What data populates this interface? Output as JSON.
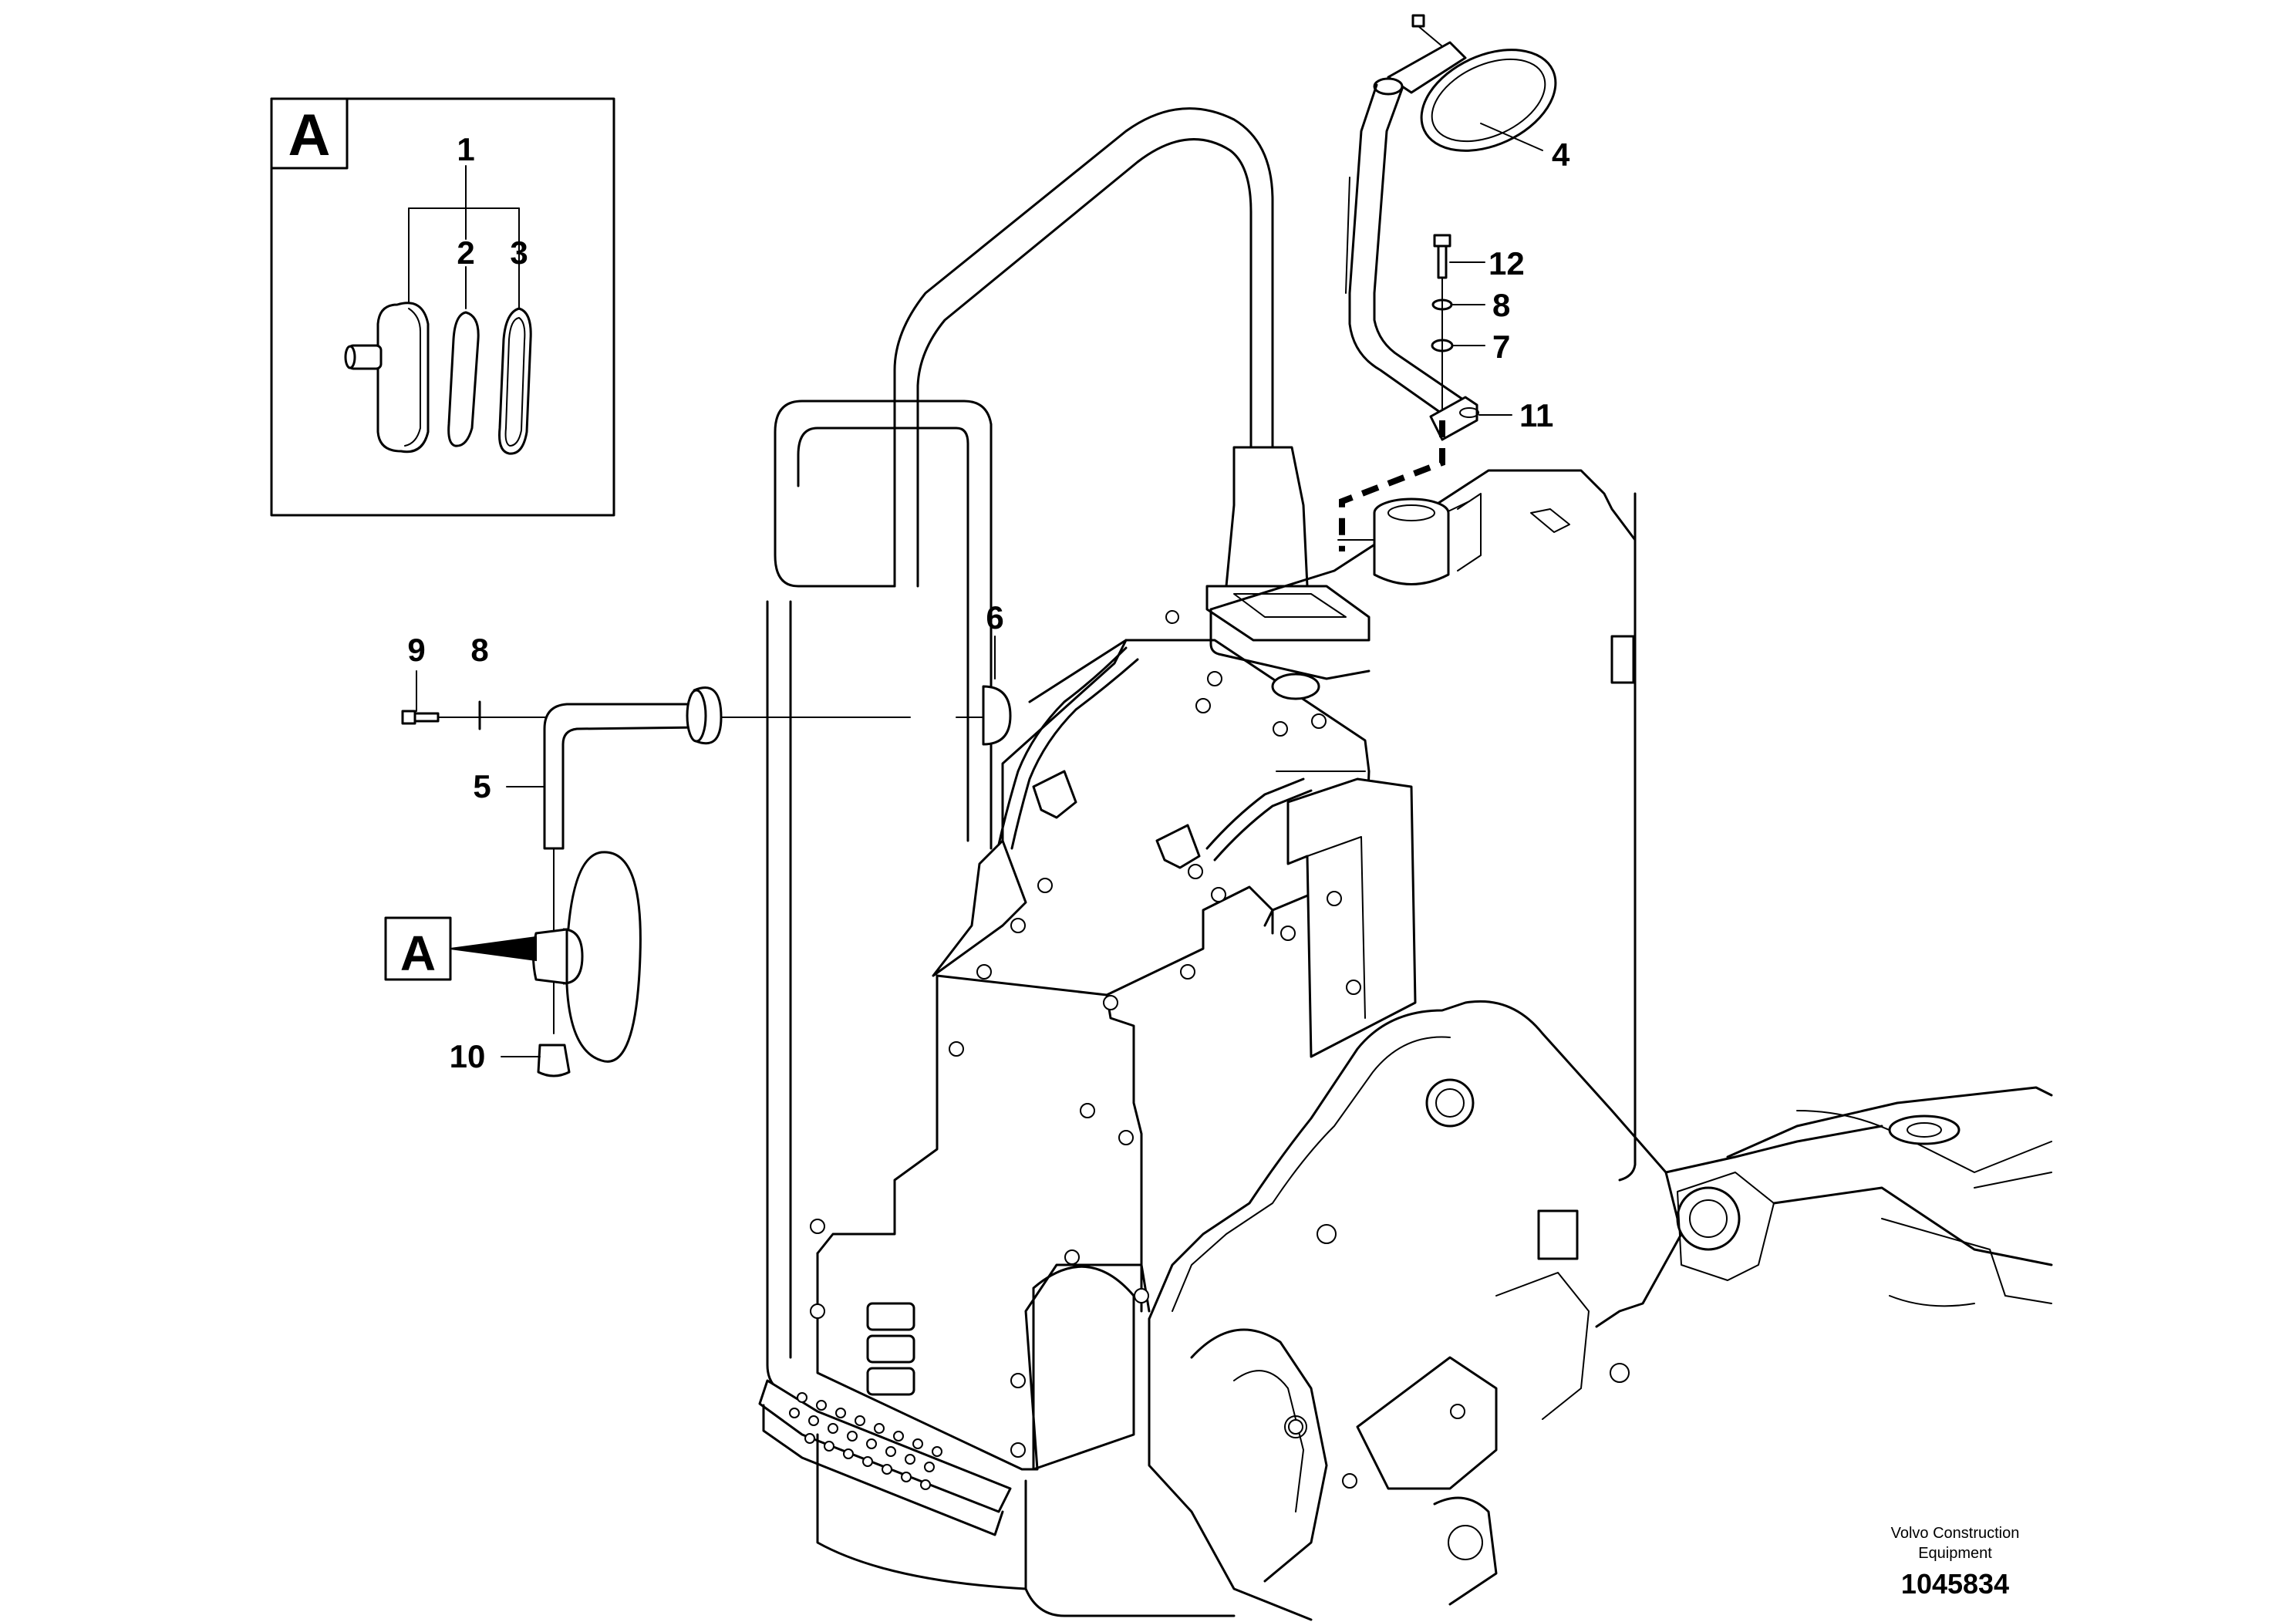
{
  "diagram": {
    "callouts": [
      {
        "id": "c1",
        "label": "1"
      },
      {
        "id": "c2",
        "label": "2"
      },
      {
        "id": "c3",
        "label": "3"
      },
      {
        "id": "c4",
        "label": "4"
      },
      {
        "id": "c5",
        "label": "5"
      },
      {
        "id": "c6",
        "label": "6"
      },
      {
        "id": "c7",
        "label": "7"
      },
      {
        "id": "c8a",
        "label": "8"
      },
      {
        "id": "c8b",
        "label": "8"
      },
      {
        "id": "c9",
        "label": "9"
      },
      {
        "id": "c10",
        "label": "10"
      },
      {
        "id": "c11",
        "label": "11"
      },
      {
        "id": "c12",
        "label": "12"
      }
    ],
    "detail_letter": "A",
    "detail_ref_letter": "A",
    "credit_line1": "Volvo Construction",
    "credit_line2": "Equipment",
    "drawing_number": "1045834"
  },
  "colors": {
    "line": "#000000",
    "background": "#ffffff"
  }
}
